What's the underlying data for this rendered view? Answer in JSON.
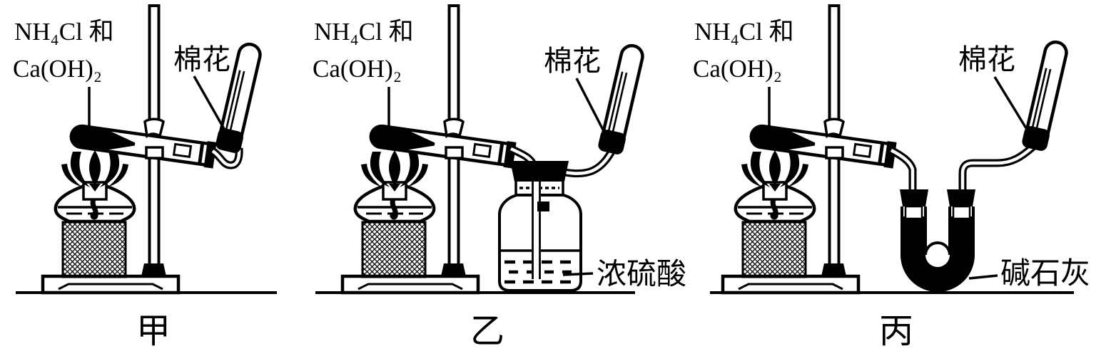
{
  "colors": {
    "ink": "#000000",
    "paper": "#ffffff"
  },
  "figure": {
    "setups": [
      {
        "label": "甲",
        "reagent_line1": "NH₄Cl 和",
        "reagent_line2": "Ca(OH)₂",
        "cotton_label": "棉花"
      },
      {
        "label": "乙",
        "reagent_line1": "NH₄Cl 和",
        "reagent_line2": "Ca(OH)₂",
        "cotton_label": "棉花",
        "vessel_reagent": "浓硫酸"
      },
      {
        "label": "丙",
        "reagent_line1": "NH₄Cl 和",
        "reagent_line2": "Ca(OH)₂",
        "cotton_label": "棉花",
        "vessel_reagent": "碱石灰"
      }
    ]
  }
}
